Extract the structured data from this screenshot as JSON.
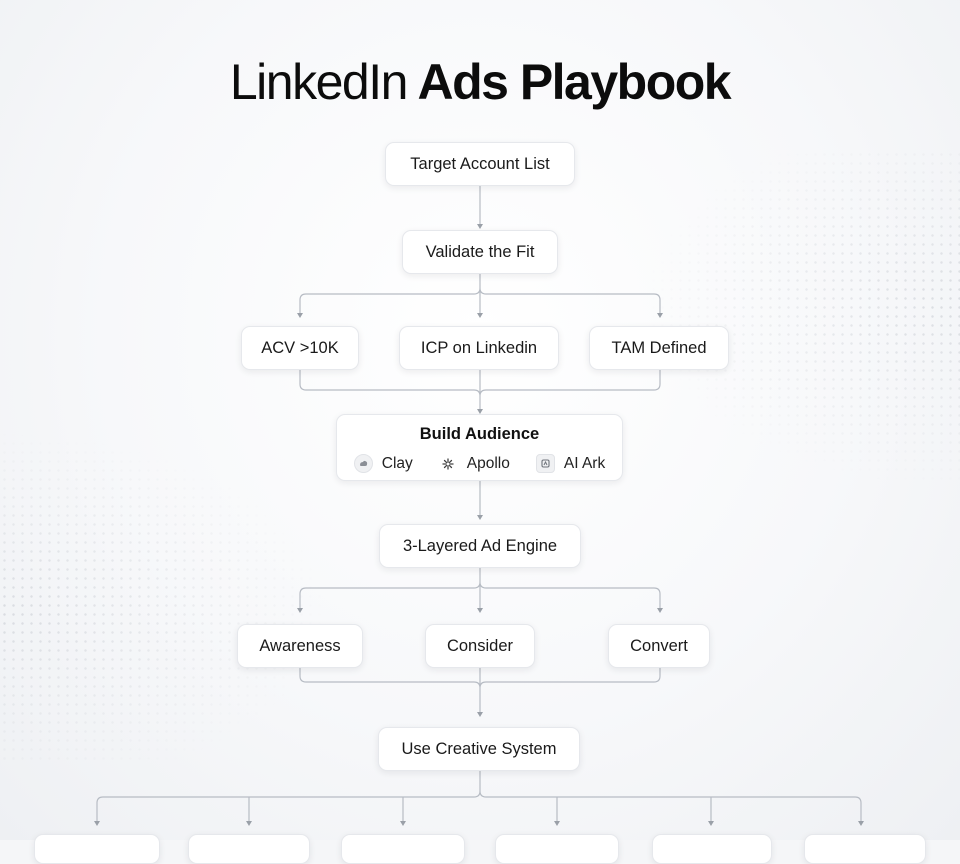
{
  "title": {
    "light": "LinkedIn",
    "bold": "Ads Playbook"
  },
  "flow": {
    "target_account_list": "Target Account List",
    "validate_fit": "Validate the Fit",
    "criteria": [
      "ACV >10K",
      "ICP on Linkedin",
      "TAM Defined"
    ],
    "build_audience": {
      "title": "Build Audience",
      "tools": [
        {
          "label": "Clay",
          "icon": "clay-icon"
        },
        {
          "label": "Apollo",
          "icon": "apollo-icon"
        },
        {
          "label": "AI Ark",
          "icon": "ai-ark-icon"
        }
      ]
    },
    "ad_engine": "3-Layered Ad Engine",
    "layers": [
      "Awareness",
      "Consider",
      "Convert"
    ],
    "creative_system": "Use Creative System"
  },
  "colors": {
    "background": "#f5f6f8",
    "node_background": "#ffffff",
    "node_border": "#e6e8ec",
    "connector": "#b7bcc4",
    "text": "#111111"
  }
}
